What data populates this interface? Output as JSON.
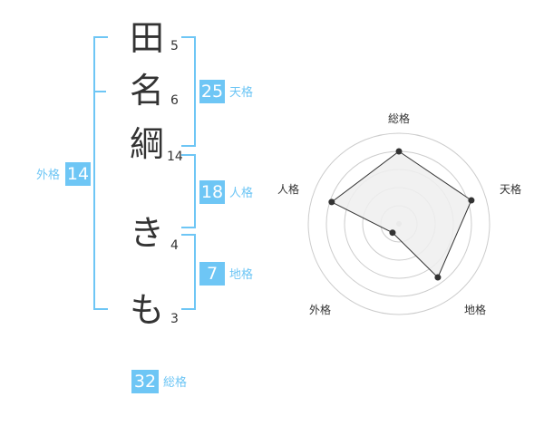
{
  "name": {
    "chars": [
      "田",
      "名",
      "綱",
      "き",
      "も"
    ],
    "strokes": [
      "5",
      "6",
      "14",
      "4",
      "3"
    ]
  },
  "kaku": {
    "ten": {
      "value": "25",
      "label": "天格"
    },
    "jin": {
      "value": "18",
      "label": "人格"
    },
    "chi": {
      "value": "7",
      "label": "地格"
    },
    "gai": {
      "value": "14",
      "label": "外格"
    },
    "sou": {
      "value": "32",
      "label": "総格"
    }
  },
  "radar": {
    "axes": [
      "総格",
      "天格",
      "地格",
      "外格",
      "人格"
    ],
    "values": [
      0.8,
      0.84,
      0.73,
      0.12,
      0.78
    ],
    "colors": {
      "grid": "#cccccc",
      "fill": "#eeeeee",
      "line": "#333333"
    }
  }
}
